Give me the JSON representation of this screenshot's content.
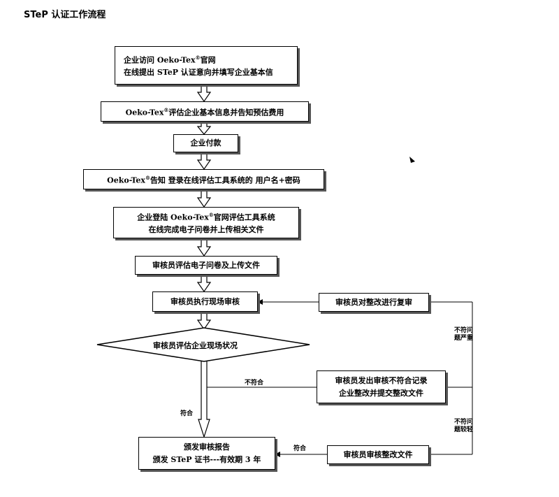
{
  "title": "STeP 认证工作流程",
  "steps": {
    "s1_line1": "企业访问 Oeko-Tex®官网",
    "s1_line2": "在线提出 STeP 认证意向并填写企业基本信",
    "s2": "Oeko-Tex®评估企业基本信息并告知预估费用",
    "s3": "企业付款",
    "s4": "Oeko-Tex®告知 登录在线评估工具系统的 用户名+密码",
    "s5_line1": "企业登陆 Oeko-Tex®官网评估工具系统",
    "s5_line2": "在线完成电子问卷并上传相关文件",
    "s6": "审核员评估电子问卷及上传文件",
    "s7": "审核员执行现场审核",
    "decision": "审核员评估企业现场状况",
    "s9_line1": "颁发审核报告",
    "s9_line2": "颁发 STeP 证书---有效期 3 年",
    "r1": "审核员对整改进行复审",
    "r2_line1": "审核员发出审核不符合记录",
    "r2_line2": "企业整改并提交整改文件",
    "r3": "审核员审核整改文件"
  },
  "labels": {
    "nonconform": "不符合",
    "conform_down": "符合",
    "conform_left": "符合",
    "serious_line1": "不符问",
    "serious_line2": "题严重",
    "minor_line1": "不符问",
    "minor_line2": "题较轻"
  }
}
